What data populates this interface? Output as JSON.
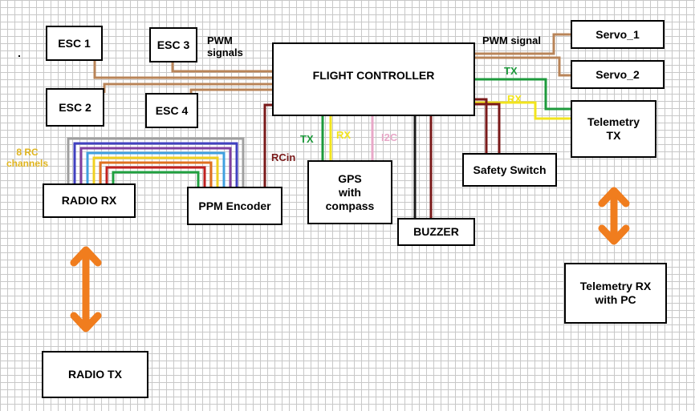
{
  "colors": {
    "pwm": "#b98458",
    "tx": "#1e9a3c",
    "rx": "#f2e41e",
    "i2c": "#e8a8c8",
    "rcin": "#7a1a1a",
    "buzzer_a": "#1a1a1a",
    "buzzer_b": "#7a1a1a",
    "safety": "#7a1a1a",
    "arrow": "#f07d1e",
    "rc_label": "#e0b51e",
    "rc_channels": [
      "#a0a0a0",
      "#4040c0",
      "#8040a0",
      "#40a0e0",
      "#f0d020",
      "#e07020",
      "#c02020",
      "#20a040"
    ]
  },
  "components": {
    "esc1": "ESC 1",
    "esc2": "ESC 2",
    "esc3": "ESC 3",
    "esc4": "ESC 4",
    "flight_controller": "FLIGHT CONTROLLER",
    "servo1": "Servo_1",
    "servo2": "Servo_2",
    "telemetry_tx": "Telemetry\nTX",
    "telemetry_rx": "Telemetry RX\nwith PC",
    "radio_rx": "RADIO RX",
    "ppm_encoder": "PPM Encoder",
    "gps": "GPS\nwith\ncompass",
    "safety_switch": "Safety Switch",
    "buzzer": "BUZZER",
    "radio_tx": "RADIO TX"
  },
  "labels": {
    "pwm_signals": "PWM\nsignals",
    "pwm_signal": "PWM signal",
    "tx_telemetry": "TX",
    "rx_telemetry": "RX",
    "rc_channels": "8 RC\nchannels",
    "rcin": "RCin",
    "gps_tx": "TX",
    "gps_rx": "RX",
    "gps_i2c": "I2C"
  }
}
